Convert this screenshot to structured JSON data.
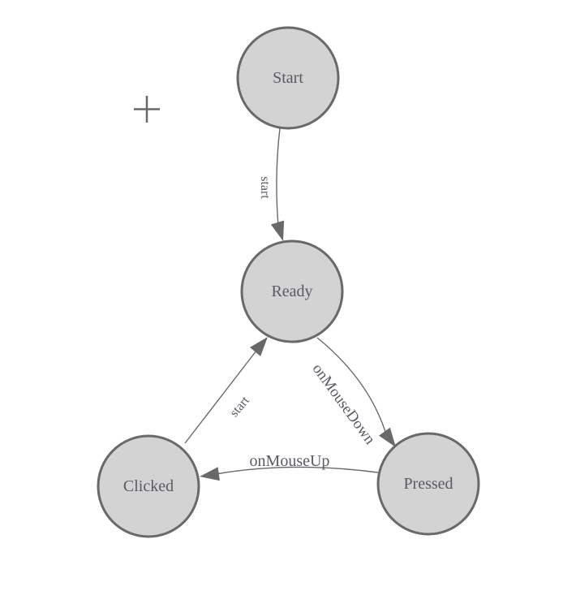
{
  "palette": {
    "background": "#ffffff",
    "node_fill": "#d3d3d3",
    "node_stroke": "#696969",
    "edge_color": "#696969",
    "arrow_fill": "#696969",
    "label_color": "#5a5a64",
    "plus_color": "#696969"
  },
  "controls": {
    "add_icon": "plus"
  },
  "diagram": {
    "type": "state-machine",
    "nodes": [
      {
        "id": "start",
        "label": "Start"
      },
      {
        "id": "ready",
        "label": "Ready"
      },
      {
        "id": "clicked",
        "label": "Clicked"
      },
      {
        "id": "pressed",
        "label": "Pressed"
      }
    ],
    "edges": [
      {
        "from": "start",
        "to": "ready",
        "label": "start"
      },
      {
        "from": "ready",
        "to": "pressed",
        "label": "onMouseDown"
      },
      {
        "from": "pressed",
        "to": "clicked",
        "label": "onMouseUp"
      },
      {
        "from": "clicked",
        "to": "ready",
        "label": "start"
      }
    ]
  }
}
